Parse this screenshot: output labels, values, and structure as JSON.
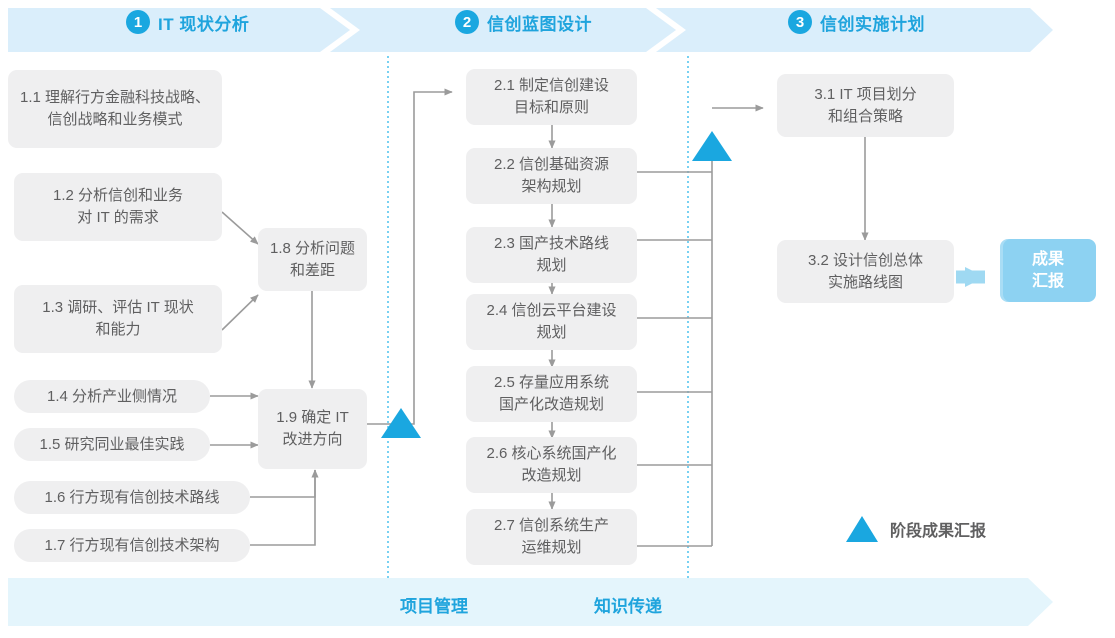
{
  "header": {
    "phases": [
      {
        "num": "1",
        "title": "IT 现状分析"
      },
      {
        "num": "2",
        "title": "信创蓝图设计"
      },
      {
        "num": "3",
        "title": "信创实施计划"
      }
    ]
  },
  "phase1": {
    "boxes": [
      {
        "id": "1.1",
        "text": "1.1 理解行方金融科技战略、\n信创战略和业务模式"
      },
      {
        "id": "1.2",
        "text": "1.2 分析信创和业务\n对 IT 的需求"
      },
      {
        "id": "1.3",
        "text": "1.3 调研、评估 IT 现状\n和能力"
      },
      {
        "id": "1.4",
        "text": "1.4 分析产业侧情况"
      },
      {
        "id": "1.5",
        "text": "1.5 研究同业最佳实践"
      },
      {
        "id": "1.6",
        "text": "1.6 行方现有信创技术路线"
      },
      {
        "id": "1.7",
        "text": "1.7 行方现有信创技术架构"
      },
      {
        "id": "1.8",
        "text": "1.8 分析问题\n和差距"
      },
      {
        "id": "1.9",
        "text": "1.9 确定 IT\n改进方向"
      }
    ]
  },
  "phase2": {
    "boxes": [
      {
        "id": "2.1",
        "text": "2.1 制定信创建设\n目标和原则"
      },
      {
        "id": "2.2",
        "text": "2.2 信创基础资源\n架构规划"
      },
      {
        "id": "2.3",
        "text": "2.3 国产技术路线\n规划"
      },
      {
        "id": "2.4",
        "text": "2.4 信创云平台建设\n规划"
      },
      {
        "id": "2.5",
        "text": "2.5 存量应用系统\n国产化改造规划"
      },
      {
        "id": "2.6",
        "text": "2.6 核心系统国产化\n改造规划"
      },
      {
        "id": "2.7",
        "text": "2.7 信创系统生产\n运维规划"
      }
    ]
  },
  "phase3": {
    "boxes": [
      {
        "id": "3.1",
        "text": "3.1 IT 项目划分\n和组合策略"
      },
      {
        "id": "3.2",
        "text": "3.2 设计信创总体\n实施路线图"
      }
    ],
    "result_badge": "成果\n汇报"
  },
  "legend": {
    "icon": "triangle-icon",
    "text": "阶段成果汇报"
  },
  "bottom": {
    "labels": [
      "项目管理",
      "知识传递"
    ]
  },
  "colors": {
    "accent": "#1aa7e0",
    "header_bg": "#daeefb",
    "bottom_bg": "#e4f5fc",
    "box_bg": "#efeff0",
    "badge_bg": "#8dd2f2",
    "connector": "#9b9b9b",
    "divider": "#57c6ef"
  }
}
